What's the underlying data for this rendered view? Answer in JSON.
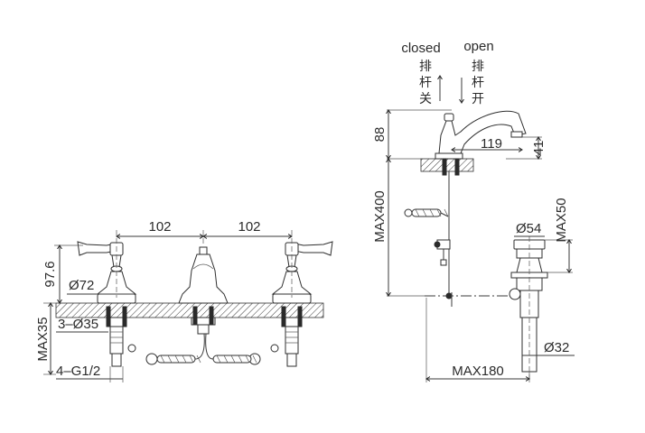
{
  "left_view": {
    "spacing_left": "102",
    "spacing_right": "102",
    "height_total": "97.6",
    "flange_dia": "Ø72",
    "deck_max": "MAX35",
    "hole_dia": "3–Ø35",
    "thread": "4–G1/2"
  },
  "right_view": {
    "closed_label_en": "closed",
    "closed_label_cn": [
      "排",
      "杆",
      "关"
    ],
    "open_label_en": "open",
    "open_label_cn": [
      "排",
      "杆",
      "开"
    ],
    "spout_height": "88",
    "spout_reach": "119",
    "spout_outlet_height": "41",
    "deck_max": "MAX400",
    "drain_head_dia": "Ø54",
    "drain_max": "MAX50",
    "drain_pipe_dia": "Ø32",
    "lever_reach_max": "MAX180"
  }
}
